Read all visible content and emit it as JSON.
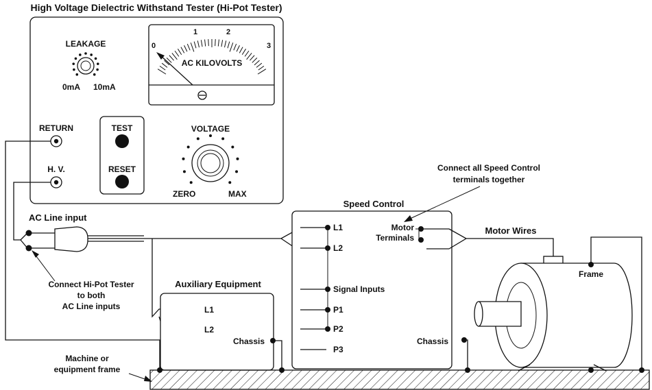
{
  "title": "High Voltage Dielectric Withstand Tester (Hi-Pot Tester)",
  "tester": {
    "leakage_label": "LEAKAGE",
    "leakage_min": "0mA",
    "leakage_max": "10mA",
    "meter_label": "AC KILOVOLTS",
    "meter_scale": [
      "0",
      "1",
      "2",
      "3"
    ],
    "return_label": "RETURN",
    "hv_label": "H. V.",
    "test_label": "TEST",
    "reset_label": "RESET",
    "voltage_label": "VOLTAGE",
    "voltage_min": "ZERO",
    "voltage_max": "MAX"
  },
  "ac_line_label": "AC Line input",
  "callout_hipot": [
    "Connect Hi-Pot Tester",
    "to both",
    "AC Line inputs"
  ],
  "callout_speed": [
    "Connect all Speed Control",
    "terminals together"
  ],
  "speed_control": {
    "title": "Speed Control",
    "l1": "L1",
    "l2": "L2",
    "motor_terminals": [
      "Motor",
      "Terminals"
    ],
    "signal_inputs": "Signal Inputs",
    "p1": "P1",
    "p2": "P2",
    "p3": "P3",
    "chassis": "Chassis"
  },
  "auxiliary": {
    "title": "Auxiliary Equipment",
    "l1": "L1",
    "l2": "L2",
    "chassis": "Chassis"
  },
  "motor_wires_label": "Motor Wires",
  "motor_frame_label": "Frame",
  "machine_frame_label": [
    "Machine or",
    "equipment frame"
  ]
}
